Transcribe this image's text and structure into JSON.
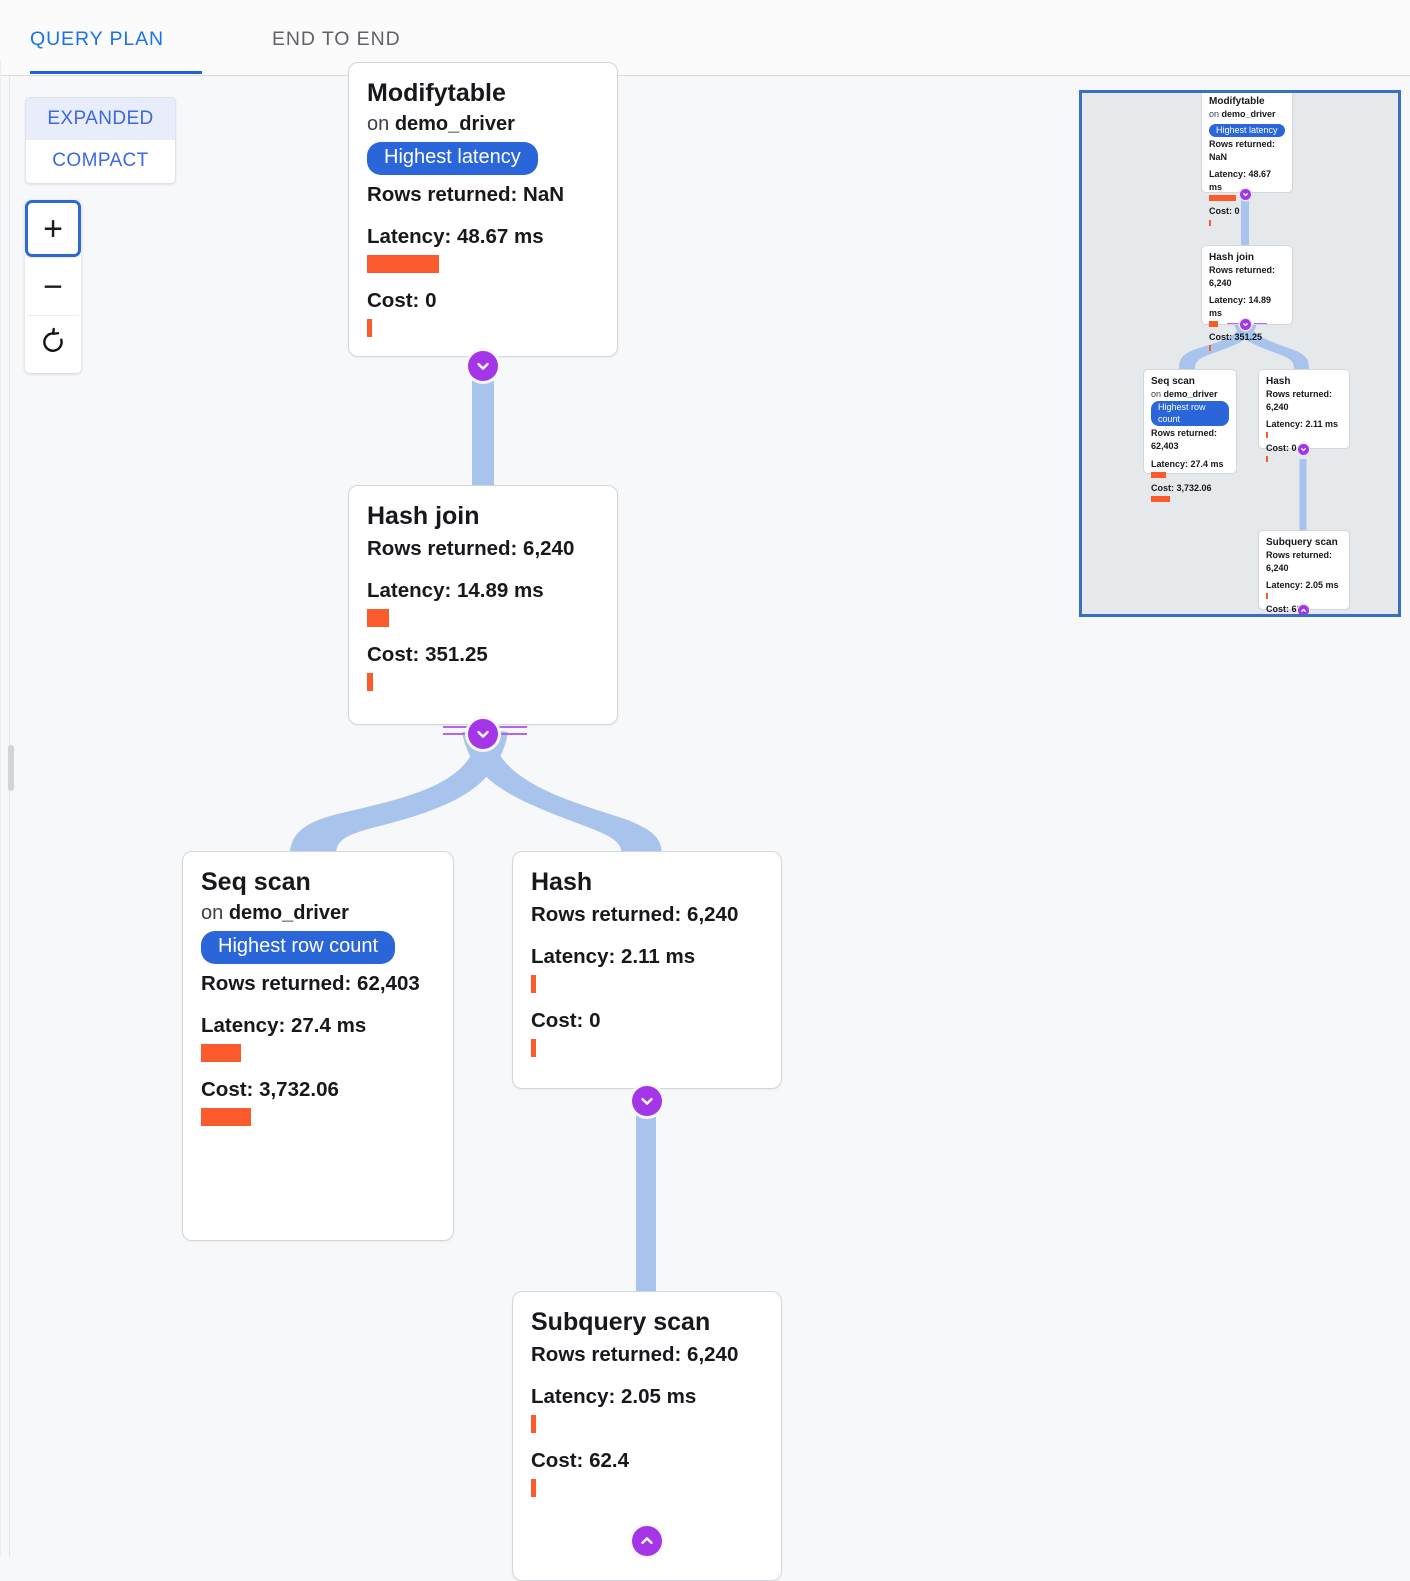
{
  "tabs": [
    {
      "label": "QUERY PLAN",
      "active": true
    },
    {
      "label": "END TO END",
      "active": false
    }
  ],
  "view_mode": {
    "expanded_label": "EXPANDED",
    "compact_label": "COMPACT",
    "selected": "EXPANDED"
  },
  "zoom_controls": {
    "zoom_in": "+",
    "zoom_out": "−",
    "reset": "reset-icon"
  },
  "colors": {
    "accent_blue": "#1a73e8",
    "badge_blue": "#2a66d9",
    "bar_orange": "#fb5a2c",
    "edge_blue": "#a8c4ec",
    "toggle_purple": "#a436e8",
    "minimap_border": "#3b6fc4",
    "minimap_bg": "#e6e9ec"
  },
  "labels": {
    "rows_returned": "Rows returned:",
    "latency": "Latency:",
    "cost": "Cost:",
    "on": "on"
  },
  "nodes": [
    {
      "id": "modifytable",
      "title": "Modifytable",
      "on_prefix": "on",
      "relation": "demo_driver",
      "badge": "Highest latency",
      "rows_returned": "Rows returned: NaN",
      "latency": "Latency: 48.67 ms",
      "latency_bar_width": 72,
      "cost": "Cost: 0",
      "cost_bar_width": 5,
      "toggle": "chevron-down"
    },
    {
      "id": "hash-join",
      "title": "Hash join",
      "badge": null,
      "rows_returned": "Rows returned: 6,240",
      "latency": "Latency: 14.89 ms",
      "latency_bar_width": 22,
      "cost": "Cost: 351.25",
      "cost_bar_width": 6,
      "toggle": "chevron-down"
    },
    {
      "id": "seq-scan",
      "title": "Seq scan",
      "on_prefix": "on",
      "relation": "demo_driver",
      "badge": "Highest row count",
      "rows_returned": "Rows returned: 62,403",
      "latency": "Latency: 27.4 ms",
      "latency_bar_width": 40,
      "cost": "Cost: 3,732.06",
      "cost_bar_width": 50,
      "toggle": null
    },
    {
      "id": "hash",
      "title": "Hash",
      "badge": null,
      "rows_returned": "Rows returned: 6,240",
      "latency": "Latency: 2.11 ms",
      "latency_bar_width": 5,
      "cost": "Cost: 0",
      "cost_bar_width": 5,
      "toggle": "chevron-down"
    },
    {
      "id": "subquery-scan",
      "title": "Subquery scan",
      "badge": null,
      "rows_returned": "Rows returned: 6,240",
      "latency": "Latency: 2.05 ms",
      "latency_bar_width": 5,
      "cost": "Cost: 62.4",
      "cost_bar_width": 5,
      "toggle": "chevron-up"
    }
  ],
  "edges": [
    {
      "from": "modifytable",
      "to": "hash-join"
    },
    {
      "from": "hash-join",
      "to": "seq-scan"
    },
    {
      "from": "hash-join",
      "to": "hash"
    },
    {
      "from": "hash",
      "to": "subquery-scan"
    }
  ],
  "minimap": {
    "name": "query-plan-minimap",
    "viewport_border_color": "#3b6fc4"
  }
}
